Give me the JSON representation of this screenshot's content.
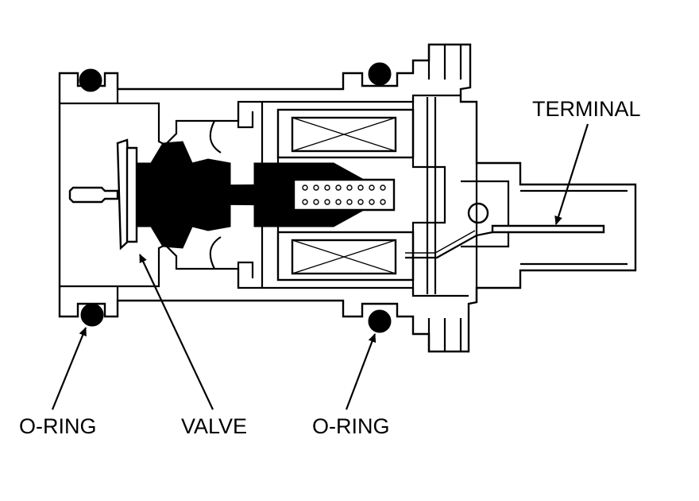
{
  "labels": {
    "o_ring_left": "O-RING",
    "valve": "VALVE",
    "o_ring_right": "O-RING",
    "terminal": "TERMINAL"
  },
  "colors": {
    "line": "#000000",
    "background": "#ffffff"
  }
}
